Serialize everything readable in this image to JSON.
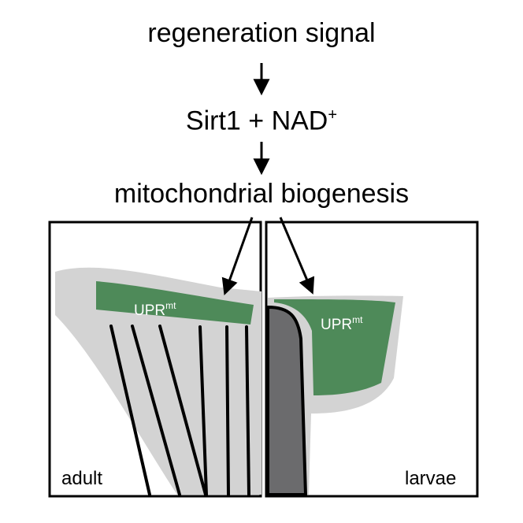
{
  "steps": {
    "signal": "regeneration signal",
    "sirt_prefix": "Sirt1 + NAD",
    "sirt_sup": "+",
    "biogenesis": "mitochondrial biogenesis"
  },
  "panels": {
    "adult": {
      "label": "adult",
      "upr_base": "UPR",
      "upr_sup": "mt"
    },
    "larvae": {
      "label": "larvae",
      "upr_base": "UPR",
      "upr_sup": "mt"
    }
  },
  "colors": {
    "tissue_gray": "#d3d3d3",
    "upr_green": "#4e8a59",
    "notochord_dark": "#6b6b6d",
    "line_black": "#000000"
  }
}
